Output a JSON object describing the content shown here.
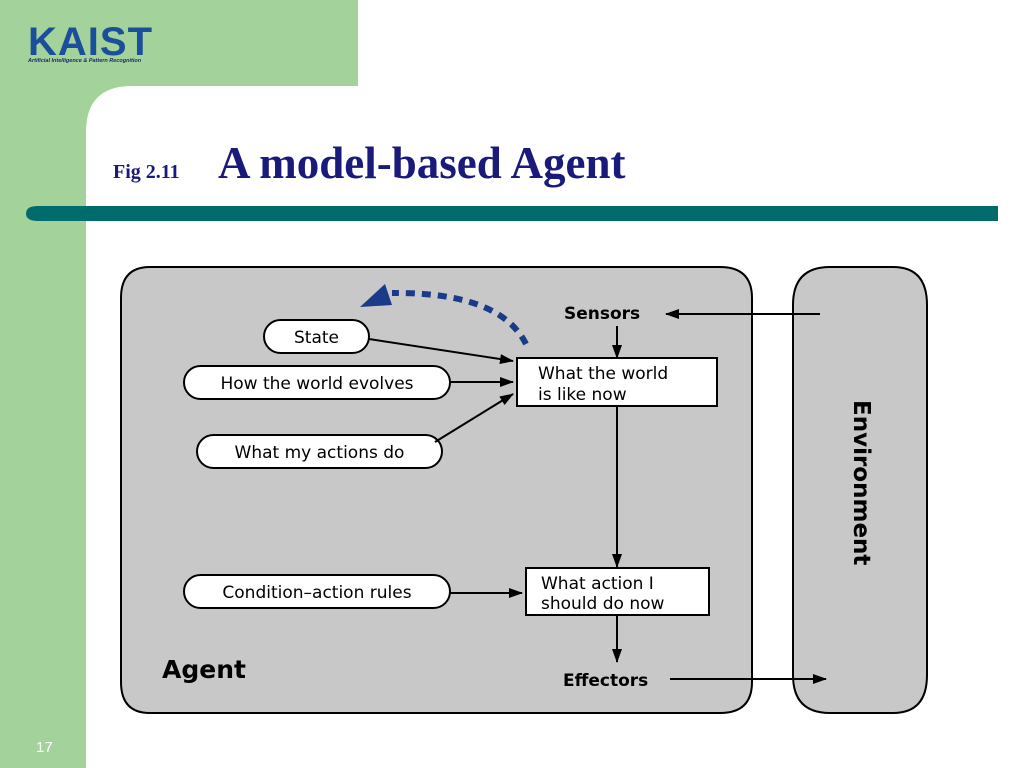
{
  "logo": {
    "text": "KAIST",
    "subtitle": "Artificial Intelligence & Pattern Recognition"
  },
  "slide": {
    "fig_label": "Fig 2.11",
    "title": "A model-based Agent",
    "page_number": "17"
  },
  "colors": {
    "sidebar_green": "#a3d39a",
    "title_navy": "#1a1a7a",
    "rule_teal": "#006b6b",
    "panel_gray": "#c8c8c8",
    "arrow_blue": "#1a3a8a"
  },
  "diagram": {
    "agent_label": "Agent",
    "environment_label": "Environment",
    "sensors": "Sensors",
    "effectors": "Effectors",
    "state": "State",
    "how_world_evolves": "How the world evolves",
    "what_my_actions_do": "What my actions do",
    "condition_action_rules": "Condition–action rules",
    "world_now": [
      "What the world",
      "is like now"
    ],
    "action_now": [
      "What action I",
      "should do now"
    ]
  }
}
